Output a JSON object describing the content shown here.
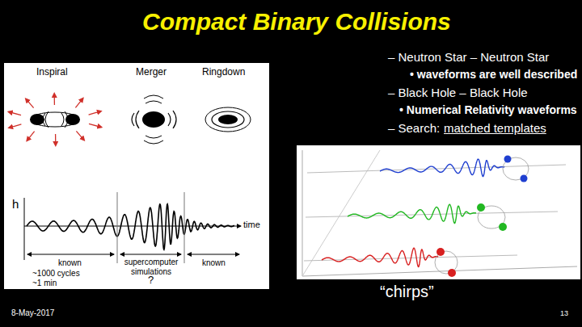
{
  "diagram": {
    "title": "Compact Binary Collisions",
    "labels": [
      "– Neutron Star – Neutron Star",
      "• waveforms are well described",
      "– Black Hole – Black Hole",
      "• Numerical Relativity waveforms",
      "– Search:",
      "matched templates",
      "Inspiral",
      "Merger",
      "Ringdown",
      "h",
      "time",
      "known",
      "supercomputer simulations",
      "known",
      "~1000 cycles ~1 min",
      "?",
      "“chirps”",
      "8-May-2017",
      "13"
    ]
  }
}
